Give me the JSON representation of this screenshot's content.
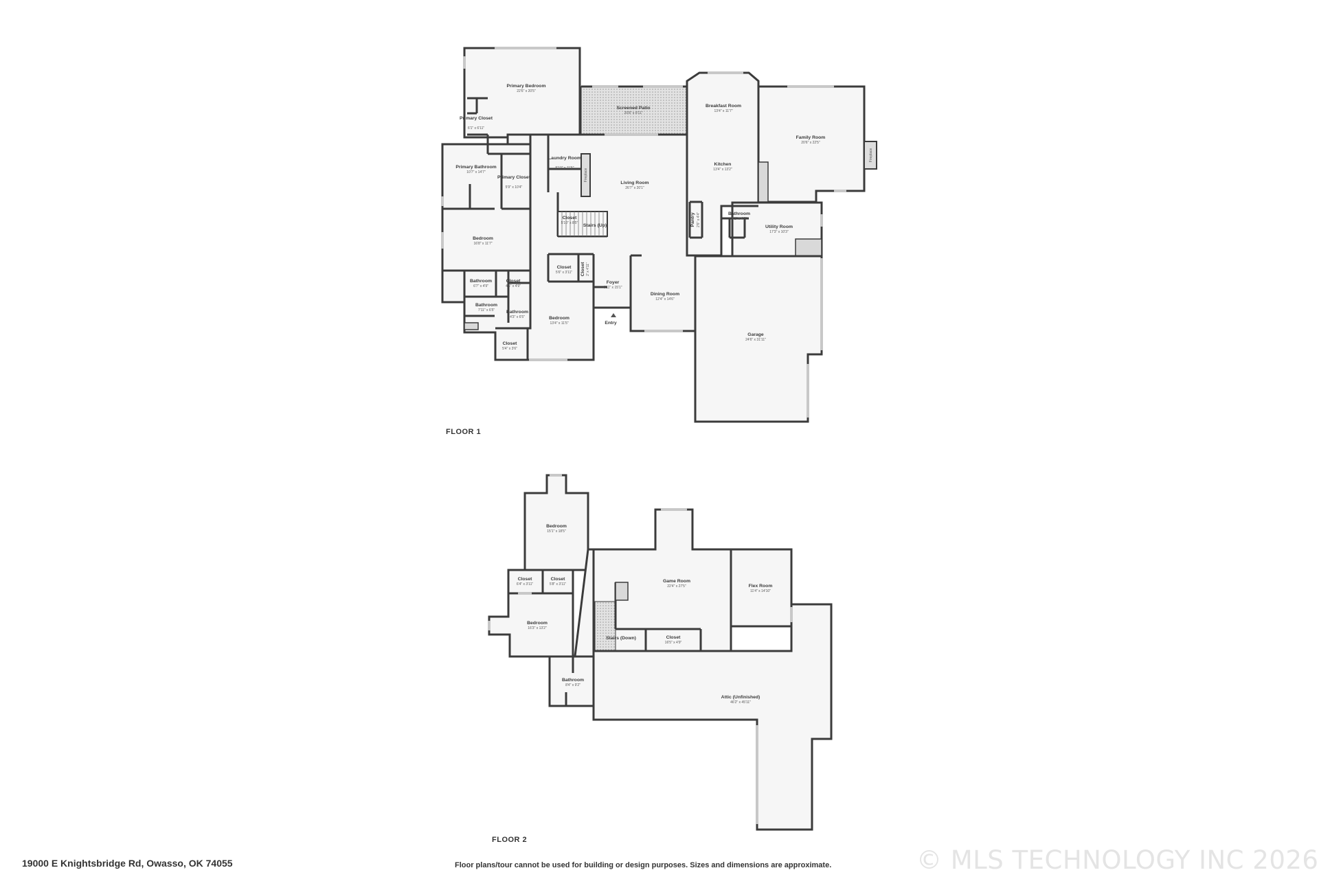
{
  "floor1": {
    "label": "FLOOR 1",
    "rooms": [
      {
        "name": "Primary Bedroom",
        "dim": "22'6\" x 20'5\""
      },
      {
        "name": "Primary Closet",
        "dim": "6'1\" x 6'11\""
      },
      {
        "name": "Screened Patio",
        "dim": "20'8\" x 8'11\""
      },
      {
        "name": "Breakfast Room",
        "dim": "13'4\" x 11'7\""
      },
      {
        "name": "Family Room",
        "dim": "20'6\" x 22'5\""
      },
      {
        "name": "Primary Bathroom",
        "dim": "10'7\" x 14'7\""
      },
      {
        "name": "Primary Closet",
        "dim": "5'9\" x 10'4\""
      },
      {
        "name": "Laundry Room",
        "dim": "5'10\" x 11'5\""
      },
      {
        "name": "Living Room",
        "dim": "26'7\" x 20'1\""
      },
      {
        "name": "Kitchen",
        "dim": "13'4\" x 13'2\""
      },
      {
        "name": "Closet",
        "dim": "5'10\" x 8'5\""
      },
      {
        "name": "Stairs (Up)",
        "dim": ""
      },
      {
        "name": "Pantry",
        "dim": "2'6\" x 4'4\""
      },
      {
        "name": "Bathroom",
        "dim": "6'1\" x 4'3\""
      },
      {
        "name": "Utility Room",
        "dim": "17'3\" x 10'3\""
      },
      {
        "name": "Bedroom",
        "dim": "16'8\" x 11'7\""
      },
      {
        "name": "Closet",
        "dim": "5'6\" x 3'11\""
      },
      {
        "name": "Closet",
        "dim": "2' x 4'11\""
      },
      {
        "name": "Bathroom",
        "dim": "6'7\" x 4'9\""
      },
      {
        "name": "Closet",
        "dim": "4'5\" x 4'9\""
      },
      {
        "name": "Foyer",
        "dim": "6'11\" x 15'1\""
      },
      {
        "name": "Dining Room",
        "dim": "12'4\" x 14'6\""
      },
      {
        "name": "Bathroom",
        "dim": "7'11\" x 6'5\""
      },
      {
        "name": "Bathroom",
        "dim": "4'3\" x 6'5\""
      },
      {
        "name": "Bedroom",
        "dim": "13'4\" x 11'5\""
      },
      {
        "name": "Entry",
        "dim": ""
      },
      {
        "name": "Garage",
        "dim": "24'6\" x 31'11\""
      },
      {
        "name": "Closet",
        "dim": "5'4\" x 3'6\""
      }
    ],
    "fireplace_labels": [
      "Fireplace",
      "Fireplace"
    ]
  },
  "floor2": {
    "label": "FLOOR 2",
    "rooms": [
      {
        "name": "Bedroom",
        "dim": "15'1\" x 18'5\""
      },
      {
        "name": "Game Room",
        "dim": "22'4\" x 27'5\""
      },
      {
        "name": "Flex Room",
        "dim": "11'4\" x 14'10\""
      },
      {
        "name": "Closet",
        "dim": "6'4\" x 3'11\""
      },
      {
        "name": "Closet",
        "dim": "5'8\" x 3'11\""
      },
      {
        "name": "Bedroom",
        "dim": "16'3\" x 13'2\""
      },
      {
        "name": "Stairs (Down)",
        "dim": ""
      },
      {
        "name": "Closet",
        "dim": "16'5\" x 4'9\""
      },
      {
        "name": "Bathroom",
        "dim": "8'4\" x 9'2\""
      },
      {
        "name": "Attic (Unfinished)",
        "dim": "46'2\" x 45'11\""
      }
    ]
  },
  "footer": {
    "address": "19000 E Knightsbridge Rd, Owasso, OK 74055",
    "disclaimer": "Floor plans/tour cannot be used for building or design purposes. Sizes and dimensions are approximate.",
    "copyright": "© MLS TECHNOLOGY INC 2026"
  },
  "colors": {
    "wall": "#3b3b3b",
    "floor_fill": "#f6f6f6",
    "window": "#c8c8c8",
    "watermark": "#e4e4e4"
  }
}
